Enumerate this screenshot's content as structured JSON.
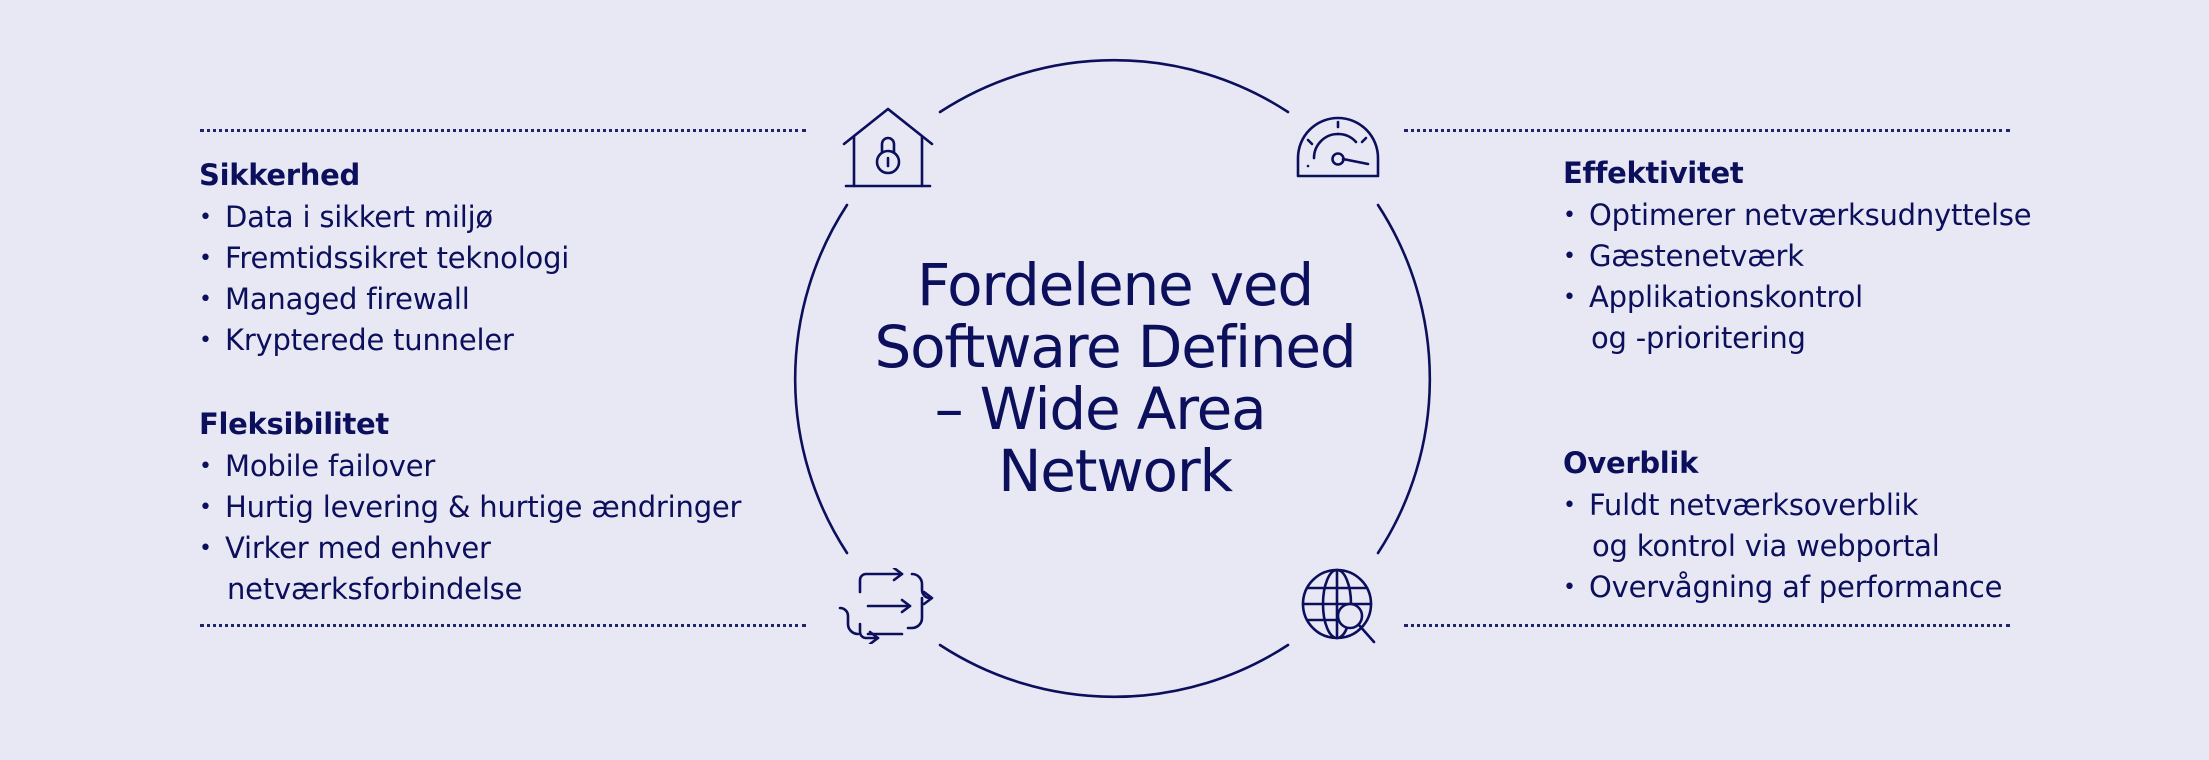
{
  "title": {
    "line1": "Fordelene ved",
    "line2": "Software Defined",
    "line3": "– Wide Area",
    "line4": "Network"
  },
  "sections": {
    "security": {
      "heading": "Sikkerhed",
      "items": [
        "Data i sikkert miljø",
        "Fremtidssikret teknologi",
        "Managed firewall",
        "Krypterede tunneler"
      ]
    },
    "flexibility": {
      "heading": "Fleksibilitet",
      "items": [
        "Mobile failover",
        "Hurtig levering & hurtige ændringer",
        "Virker med enhver",
        "netværksforbindelse"
      ]
    },
    "efficiency": {
      "heading": "Effektivitet",
      "items": [
        "Optimerer netværksudnyttelse",
        "Gæstenetværk",
        "Applikationskontrol",
        "og -prioritering"
      ]
    },
    "overview": {
      "heading": "Overblik",
      "items": [
        "Fuldt netværksoverblik",
        "og kontrol via webportal",
        "Overvågning af performance"
      ]
    }
  },
  "icons": {
    "top_left": "house-lock-icon",
    "top_right": "speedometer-icon",
    "bottom_left": "exchange-arrows-icon",
    "bottom_right": "globe-search-icon"
  },
  "colors": {
    "background": "#e8e8f4",
    "ink": "#0b0f5c"
  }
}
